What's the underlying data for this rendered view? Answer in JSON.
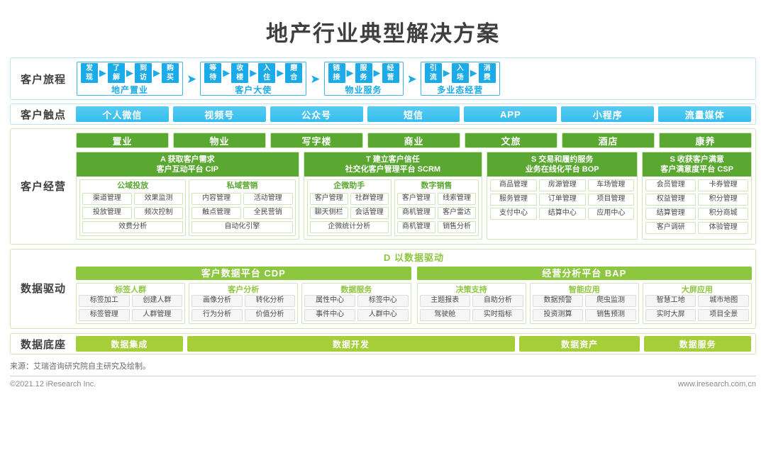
{
  "title": "地产行业典型解决方案",
  "journey": {
    "label": "客户旅程",
    "groups": [
      {
        "name": "地产置业",
        "steps": [
          "发现",
          "了解",
          "到访",
          "购买"
        ]
      },
      {
        "name": "客户大使",
        "steps": [
          "等待",
          "收楼",
          "入住",
          "磨合"
        ]
      },
      {
        "name": "物业服务",
        "steps": [
          "链接",
          "服务",
          "经营"
        ]
      },
      {
        "name": "多业态经营",
        "steps": [
          "引流",
          "入场",
          "消费"
        ]
      }
    ],
    "arrow": "➤"
  },
  "touchpoints": {
    "label": "客户触点",
    "items": [
      "个人微信",
      "视频号",
      "公众号",
      "短信",
      "APP",
      "小程序",
      "流量媒体"
    ]
  },
  "operations": {
    "label": "客户经营",
    "segments": [
      "置业",
      "物业",
      "写字楼",
      "商业",
      "文旅",
      "酒店",
      "康养"
    ],
    "platforms": [
      {
        "code": "A 获取客户需求",
        "name": "客户互动平台 CIP",
        "subs": [
          {
            "title": "公域投放",
            "rows": [
              [
                "渠道管理",
                "效果监测"
              ],
              [
                "投放管理",
                "频次控制"
              ],
              [
                "效费分析"
              ]
            ]
          },
          {
            "title": "私域营销",
            "rows": [
              [
                "内容管理",
                "活动管理"
              ],
              [
                "触点管理",
                "全民营销"
              ],
              [
                "自动化引擎"
              ]
            ]
          }
        ]
      },
      {
        "code": "T 建立客户信任",
        "name": "社交化客户管理平台 SCRM",
        "subs": [
          {
            "title": "企微助手",
            "rows": [
              [
                "客户管理",
                "社群管理"
              ],
              [
                "聊天侧栏",
                "会话管理"
              ],
              [
                "企微统计分析"
              ]
            ]
          },
          {
            "title": "数字销售",
            "rows": [
              [
                "客户管理",
                "线索管理"
              ],
              [
                "商机管理",
                "客户雷达"
              ],
              [
                "商机管理",
                "销售分析"
              ]
            ]
          }
        ]
      },
      {
        "code": "S 交易和履约服务",
        "name": "业务在线化平台 BOP",
        "subs": [
          {
            "title": "",
            "rows": [
              [
                "商品管理",
                "房源管理",
                "车场管理"
              ],
              [
                "服务管理",
                "订单管理",
                "项目管理"
              ],
              [
                "支付中心",
                "结算中心",
                "应用中心"
              ]
            ]
          }
        ]
      },
      {
        "code": "S 收获客户满意",
        "name": "客户满意度平台 CSP",
        "subs": [
          {
            "title": "",
            "rows": [
              [
                "会员管理",
                "卡券管理"
              ],
              [
                "权益管理",
                "积分管理"
              ],
              [
                "结算管理",
                "积分商城"
              ],
              [
                "客户调研",
                "体验管理"
              ]
            ]
          }
        ]
      }
    ]
  },
  "data_driven": {
    "label": "数据驱动",
    "headline": "D 以数据驱动",
    "platforms": [
      {
        "name": "客户数据平台 CDP",
        "subs": [
          {
            "title": "标签人群",
            "rows": [
              [
                "标签加工",
                "创建人群"
              ],
              [
                "标签管理",
                "人群管理"
              ]
            ]
          },
          {
            "title": "客户分析",
            "rows": [
              [
                "画像分析",
                "转化分析"
              ],
              [
                "行为分析",
                "价值分析"
              ]
            ]
          },
          {
            "title": "数据服务",
            "rows": [
              [
                "属性中心",
                "标签中心"
              ],
              [
                "事件中心",
                "人群中心"
              ]
            ]
          }
        ]
      },
      {
        "name": "经营分析平台 BAP",
        "subs": [
          {
            "title": "决策支持",
            "rows": [
              [
                "主题报表",
                "自助分析"
              ],
              [
                "驾驶舱",
                "实时指标"
              ]
            ]
          },
          {
            "title": "智能应用",
            "rows": [
              [
                "数据预警",
                "爬虫监测"
              ],
              [
                "投资测算",
                "销售预测"
              ]
            ]
          },
          {
            "title": "大屏应用",
            "rows": [
              [
                "智慧工地",
                "城市地图"
              ],
              [
                "实时大屏",
                "项目全景"
              ]
            ]
          }
        ]
      }
    ]
  },
  "foundation": {
    "label": "数据底座",
    "items": [
      {
        "text": "数据集成",
        "flex": 1.55
      },
      {
        "text": "数据开发",
        "flex": 4.75
      },
      {
        "text": "数据资产",
        "flex": 1.75
      },
      {
        "text": "数据服务",
        "flex": 1.55
      }
    ]
  },
  "footer": {
    "source": "来源：艾瑞咨询研究院自主研究及绘制。",
    "copyright": "©2021.12 iResearch Inc.",
    "website": "www.iresearch.com.cn"
  },
  "colors": {
    "blue": "#1aabe8",
    "green_dark": "#5aa832",
    "green_light": "#8dc63f",
    "green_lime": "#a6ce39",
    "border_green": "#cfe5b9"
  }
}
